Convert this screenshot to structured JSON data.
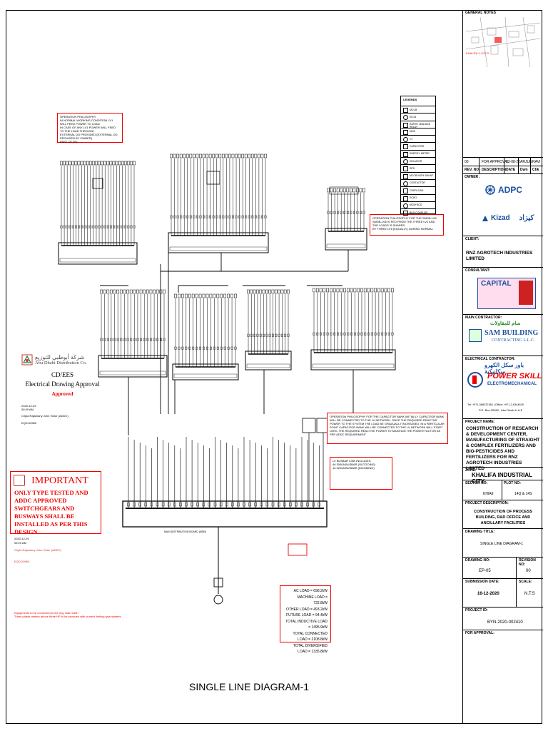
{
  "diagram": {
    "title": "SINGLE LINE DIAGRAM-1",
    "note_top_left": "OPERATION PHILOSOPHY\nIN NORMAL WORKING CONDITION LV1 WILL FEED POWER TO LOAD\nIN CASE OF ANY LV1 POWER WILL FEED TO THE LOAD THROUGH\nEXTERNAL DG PROVIDED (EXTERNAL DG PROVIDED BY OWNER)\nPART OF (PI)",
    "note_right": "OPERATION PHILOSOPHY FOR THE SMDB-LV6\nSMDB-LV6 IS FED FROM THE THREE LV2 AND THE LOADS IS SHARED\nBY THREE LV5 (EQUALLY) DURING NORMAL",
    "note_capacitor": "OPERATION PHILOSOPHY FOR THE CAPACITOR BANK\nINITIALLY CAPACITOR BANK WILL BE CONNECTED TO THE LV NETWORK. ONCE THE REQUIRED REACTIVE POWER TO THE SYSTEM THE LOAD BE GRADUALLY INCREASED. IN A PARTICULAR POINT CAPACITOR BANK WILL BE CONNECTED TO THE LV NETWORK WILL START UNTIL THE REQUIRED REACTIVE POWER TO MAINTAIN THE POWER FACTOR AS PER ADDC REQUIREMENT",
    "note_busbar": "LV BUSBAR LINK INCLUDES\n4# 3000A BUSBAR (OUTGOING)\n1# 3200A BUSBAR (INCOMING)",
    "bottom_note": "Equipments to be connected to the ring main earth\nThree phase meters above three HP to be provided with current limiting type starters",
    "bus_label": "MAIN DISTRIBUTION BOARD (MDB)",
    "loads": [
      "AC LOAD = 698.2kW",
      "MACHINE LOAD = 732.8kW",
      "OTHER LOAD = 493.2kW",
      "FUTURE LOAD = 94.4kW",
      "TOTAL INDUCTIVE LOAD = 1495.9kW",
      "TOTAL CONNECTED LOAD = 2108.8kW",
      "TOTAL DIVERSIFIED LOAD = 1335.8kW"
    ],
    "legend_title": "LEGENDS",
    "legend": [
      "MCCB",
      "ELCB",
      "EARTH LEAKAGE RELAY",
      "MCB",
      "CT",
      "CAPACITOR",
      "ENERGY METER",
      "ISOLATOR",
      "SPD",
      "MCCB WITH SHUNT",
      "CONTACTOR",
      "OVERLOAD",
      "RCBO",
      "MCB+RCD",
      "BUS COUPLER"
    ],
    "stamp": {
      "company_ar": "شركة أبوظبي للتوزيع",
      "company_en": "Abu Dhabi Distribution Co.",
      "dept": "CD/EES",
      "approval": "Electrical Drawing Approval",
      "status": "Approved",
      "date1": "2020-12-29",
      "time1": "09:39 AM",
      "engineer": "Cirpla Rajamany John Victor (ADDC)",
      "ref": "EQD-00963",
      "date2": "2020-12-29",
      "time2": "09:29 AM",
      "ref2": "EQD-00963"
    },
    "important": {
      "heading": "IMPORTANT",
      "body": "ONLY TYPE TESTED AND ADDC APPROVED SWITCHGEARS AND BUSWAYS SHALL BE INSTALLED AS PER THIS DESIGN"
    }
  },
  "title_block": {
    "general_notes": "GENERAL NOTES",
    "map_label": "KHALIFA-1-C/P-S",
    "rev_row": [
      "00",
      "FOR APPROVAL",
      "23-08-20",
      "ARJUN",
      "RAVI"
    ],
    "rev_header": [
      "REV. NO.",
      "DESCRIPTION",
      "DATE",
      "Dwn",
      "Chk"
    ],
    "owner_label": "OWNER :",
    "owner_logos": [
      "ADPC",
      "Kizad"
    ],
    "client_label": "CLIENT:",
    "client": "RNZ AGROTECH INDUSTRIES LIMITED",
    "consultant_label": "CONSULTANT:",
    "consultant": "CAPITAL",
    "main_contractor_label": "MAIN CONTRACTOR:",
    "main_contractor": "SAM BUILDING",
    "main_contractor_sub": "CONTRACTING L.L.C.",
    "electrical_contractor_label": "ELECTRICAL CONTRACTOR:",
    "electrical_contractor": "POWER SKILL",
    "electrical_contractor_sub": "ELECTROMECHANICAL",
    "ec_contact": "Tel: +971-568237484 | Office: +971-2-6344629",
    "ec_address": "P.O. Box-30950 , Abu Dhabi U.A.E",
    "project_label": "PROJECT NAME:",
    "project": "CONSTRUCTION OF RESEARCH & DEVELOPMENT CENTER, MANUFACTURING OF STRAIGHT & COMPLEX FERTILIZERS AND BIO-PESTICIDES AND FERTILIZERS FOR RNZ AGROTECH INDUSTRIES LIMITED",
    "zone_label": "ZONE:",
    "zone": "KHALIFA INDUSTRIAL CITY",
    "sector_label": "SECTOR NO:",
    "sector": "KHIA9",
    "plot_label": "PLOT NO:",
    "plot": "14Q & 14S",
    "desc_label": "PROJECT DESCRIPTION:",
    "desc": "CONSTRUCTION OF PROCESS BUILDING, R&D OFFICE AND ANCILLARY FACILITIES",
    "dtitle_label": "DRAWING TITLE:",
    "dtitle": "SINGLE LINE DIAGRAM-1",
    "dno_label": "DRAWING NO:",
    "dno": "EP-05",
    "rev_label": "REVISION NO:",
    "rev": "00",
    "sub_label": "SUBMISSION DATE:",
    "sub": "16-12-2020",
    "scale_label": "SCALE:",
    "scale": "N.T.S",
    "pid_label": "PROJECT ID:",
    "pid": "BYN-2020-002410",
    "fa_label": "FOR APPROVAL:"
  },
  "colors": {
    "red": "#e00000",
    "blue": "#1a4fa0",
    "green": "#2a8a2a"
  }
}
